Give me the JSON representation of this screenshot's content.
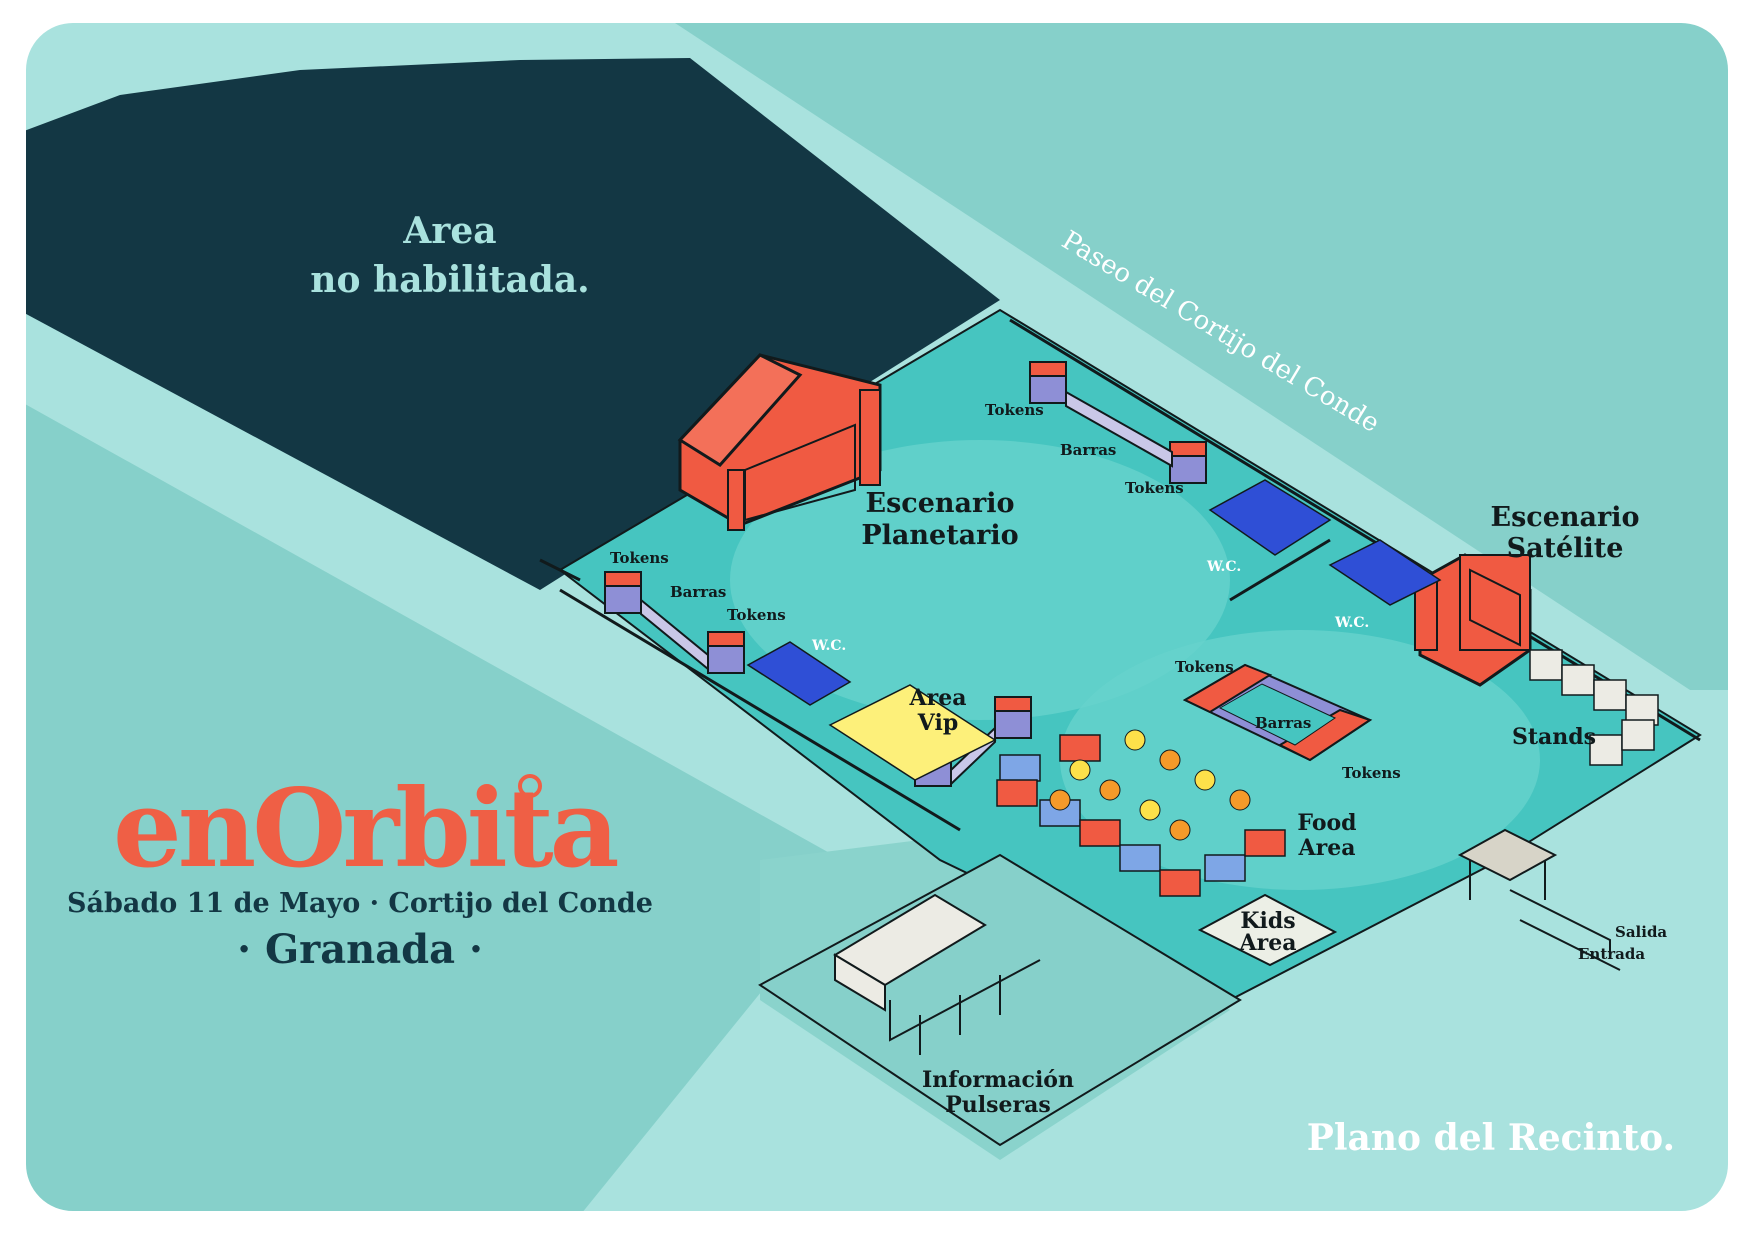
{
  "map": {
    "title": "Plano del Recinto.",
    "brand": {
      "logo_text": "enOrbita"
    },
    "event": {
      "date_venue": "Sábado 11 de Mayo · Cortijo del Conde",
      "city": "· Granada ·"
    },
    "areas": {
      "restricted_line1": "Area",
      "restricted_line2": "no habilitada.",
      "road": "Paseo del Cortijo del Conde"
    },
    "stages": {
      "main_line1": "Escenario",
      "main_line2": "Planetario",
      "satellite_line1": "Escenario",
      "satellite_line2": "Satélite"
    },
    "zones": {
      "vip_line1": "Area",
      "vip_line2": "Vip",
      "food_line1": "Food",
      "food_line2": "Area",
      "kids_line1": "Kids",
      "kids_line2": "Area",
      "stands": "Stands",
      "info_line1": "Información",
      "info_line2": "Pulseras"
    },
    "services": {
      "tokens": "Tokens",
      "barras": "Barras",
      "wc": "W.C.",
      "salida": "Salida",
      "entrada": "Entrada"
    },
    "colors": {
      "background_light": "#a9e2de",
      "background_mid": "#86d0ca",
      "restricted": "#133744",
      "venue_floor": "#46c5c0",
      "stage": "#f05a42",
      "wc_units": "#2f4fd6",
      "vip": "#fdf07a",
      "brand": "#ef5f45",
      "text_dark": "#133744",
      "text_light": "#ffffff"
    }
  }
}
